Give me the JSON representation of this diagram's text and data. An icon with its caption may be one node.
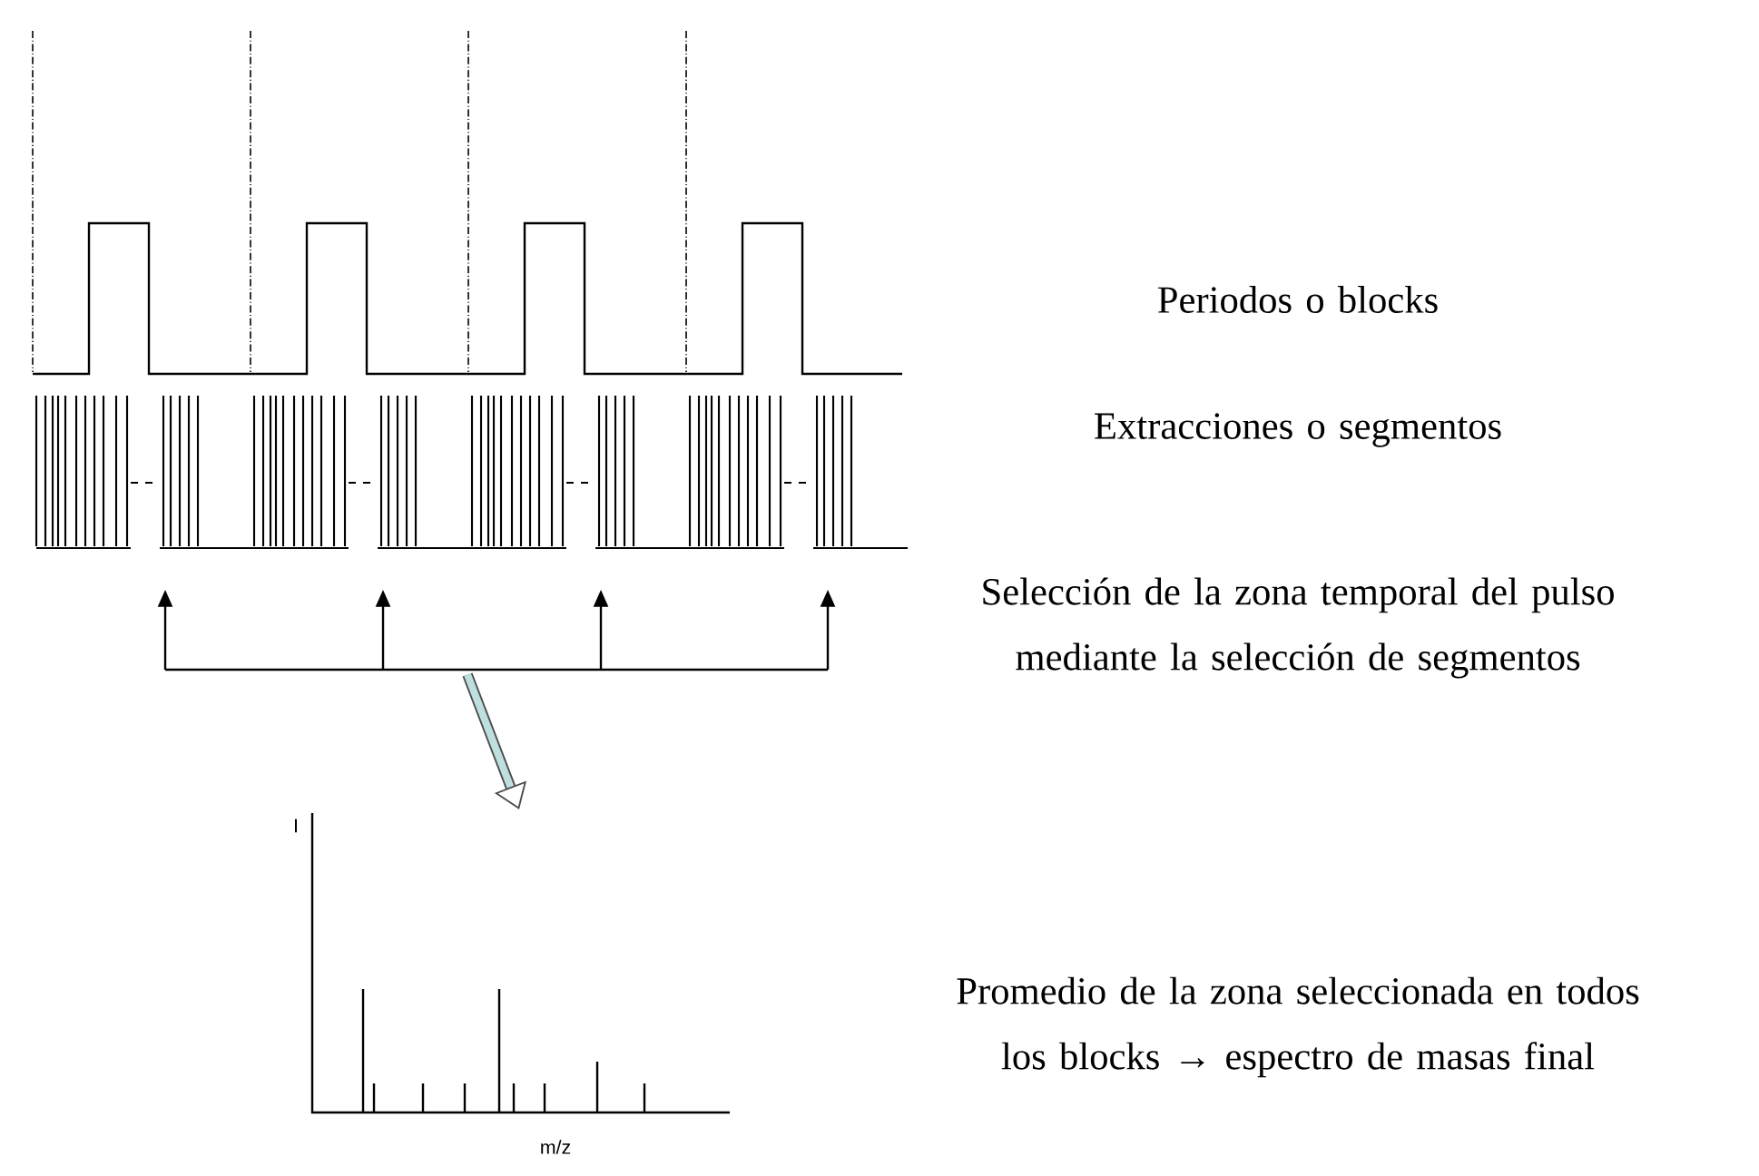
{
  "diagram": {
    "nodes": [
      {
        "text": [],
        "shape": "picture"
      },
      {
        "text": [],
        "shape": "picture"
      }
    ],
    "edges": [
      {
        "from": 0,
        "to": 1,
        "arrow": "to"
      }
    ],
    "labels": [
      "Periodos o blocks",
      "Extracciones o segmentos",
      "Selección de la zona temporal del pulso mediante la selección de segmentos",
      "I",
      "Promedio de la zona seleccionada en todos los blocks → espectro de masas final",
      "m/z"
    ]
  }
}
